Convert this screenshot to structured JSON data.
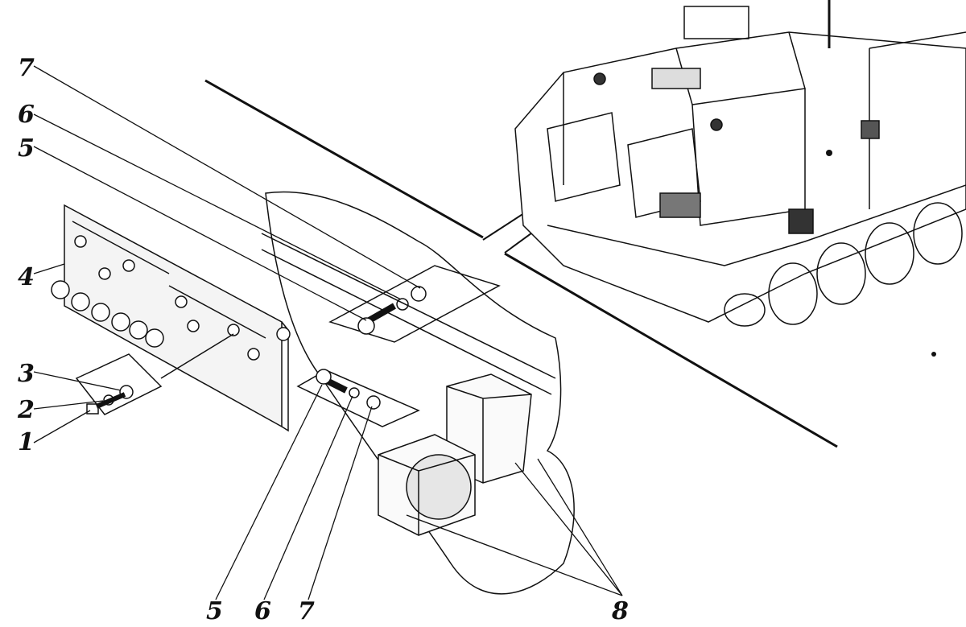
{
  "diagram": {
    "callouts_left": [
      {
        "id": "7",
        "text": "7"
      },
      {
        "id": "6",
        "text": "6"
      },
      {
        "id": "5",
        "text": "5"
      },
      {
        "id": "4",
        "text": "4"
      },
      {
        "id": "3",
        "text": "3"
      },
      {
        "id": "2",
        "text": "2"
      },
      {
        "id": "1",
        "text": "1"
      }
    ],
    "callouts_bottom": [
      {
        "id": "5",
        "text": "5"
      },
      {
        "id": "6",
        "text": "6"
      },
      {
        "id": "7",
        "text": "7"
      },
      {
        "id": "8",
        "text": "8"
      }
    ],
    "colors": {
      "ink": "#111111",
      "paper": "#ffffff",
      "shade": "#d8d8d8"
    }
  }
}
